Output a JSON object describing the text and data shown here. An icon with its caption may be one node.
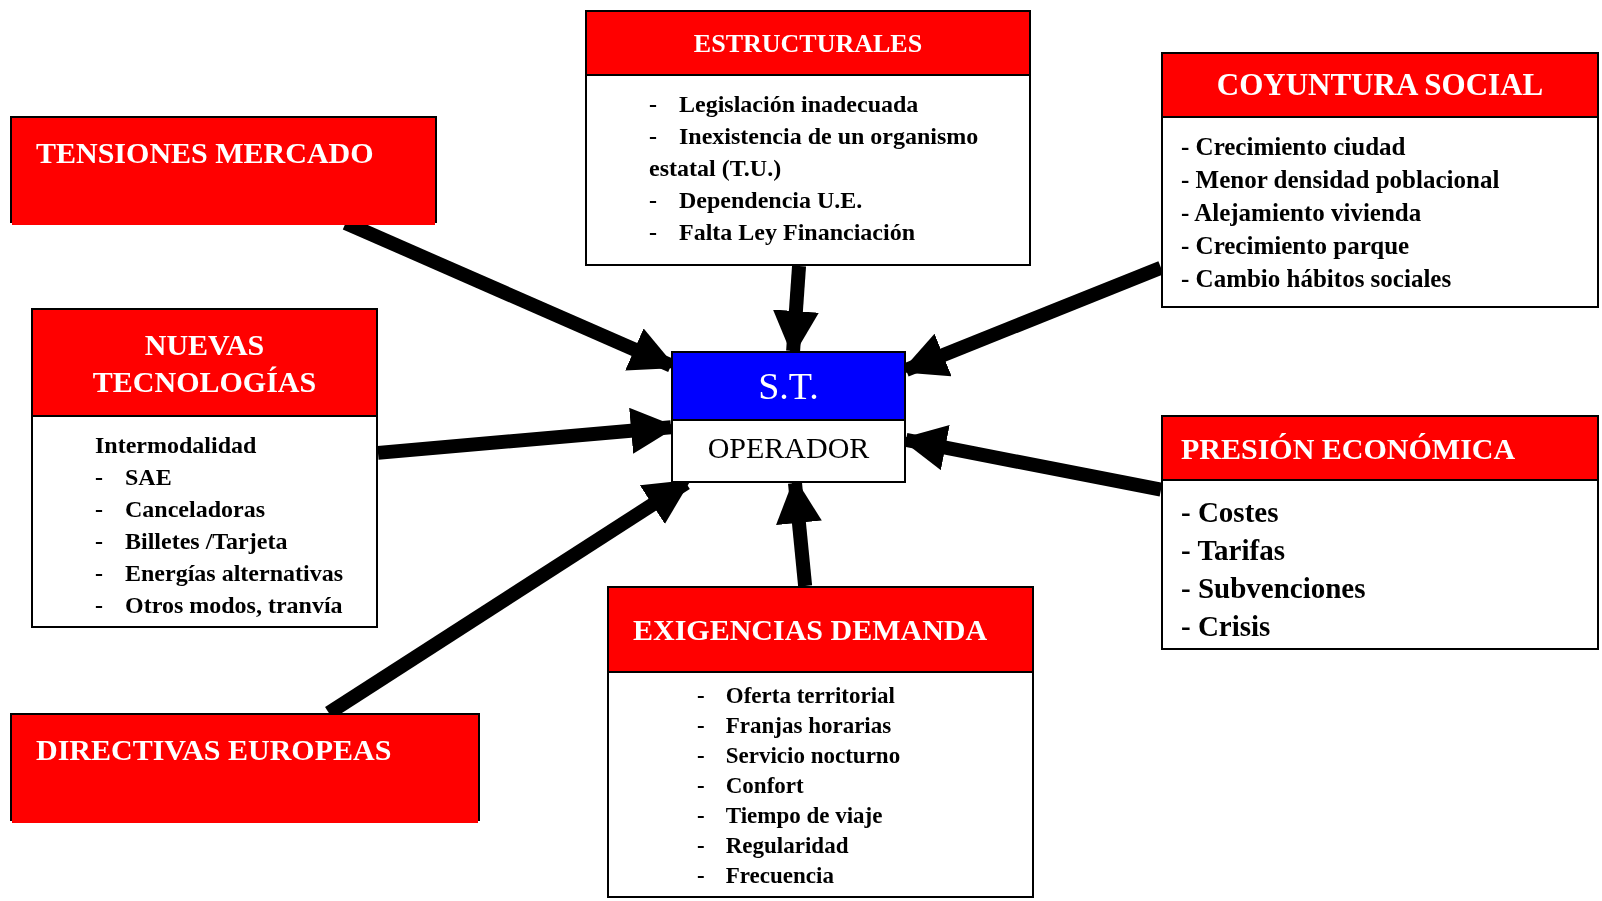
{
  "diagram": {
    "nodes": [
      {
        "text": [
          "TENSIONES MERCADO"
        ]
      },
      {
        "text": [
          "ESTRUCTURALES",
          "-\tLegislación inadecuada",
          "-\tInexistencia de un organismo estatal (T.U.)",
          "-\tDependencia U.E.",
          "-\tFalta Ley Financiación"
        ]
      },
      {
        "text": [
          "COYUNTURA SOCIAL",
          "- Crecimiento ciudad",
          "- Menor densidad poblacional",
          "- Alejamiento vivienda",
          "- Crecimiento parque",
          "- Cambio hábitos sociales"
        ]
      },
      {
        "text": [
          "NUEVAS TECNOLOGÍAS",
          "Intermodalidad",
          "-\tSAE",
          "-\tCanceladoras",
          "-\tBilletes /Tarjeta",
          "-\tEnergías alternativas",
          "-\tOtros modos, tranvía"
        ]
      },
      {
        "text": [
          "S.T.",
          "OPERADOR"
        ]
      },
      {
        "text": [
          "PRESIÓN ECONÓMICA",
          "- Costes",
          "- Tarifas",
          "- Subvenciones",
          "- Crisis"
        ]
      },
      {
        "text": [
          "DIRECTIVAS EUROPEAS"
        ]
      },
      {
        "text": [
          "EXIGENCIAS DEMANDA",
          "-\tOferta territorial",
          "-\tFranjas horarias",
          "-\tServicio nocturno",
          "-\tConfort",
          "-\tTiempo de viaje",
          "-\tRegularidad",
          "-\tFrecuencia"
        ]
      }
    ],
    "edges": [
      {
        "from": 0,
        "to": 4,
        "arrow": "to"
      },
      {
        "from": 1,
        "to": 4,
        "arrow": "to"
      },
      {
        "from": 2,
        "to": 4,
        "arrow": "to"
      },
      {
        "from": 3,
        "to": 4,
        "arrow": "to"
      },
      {
        "from": 5,
        "to": 4,
        "arrow": "to"
      },
      {
        "from": 6,
        "to": 4,
        "arrow": "to"
      },
      {
        "from": 7,
        "to": 4,
        "arrow": "to"
      }
    ]
  }
}
